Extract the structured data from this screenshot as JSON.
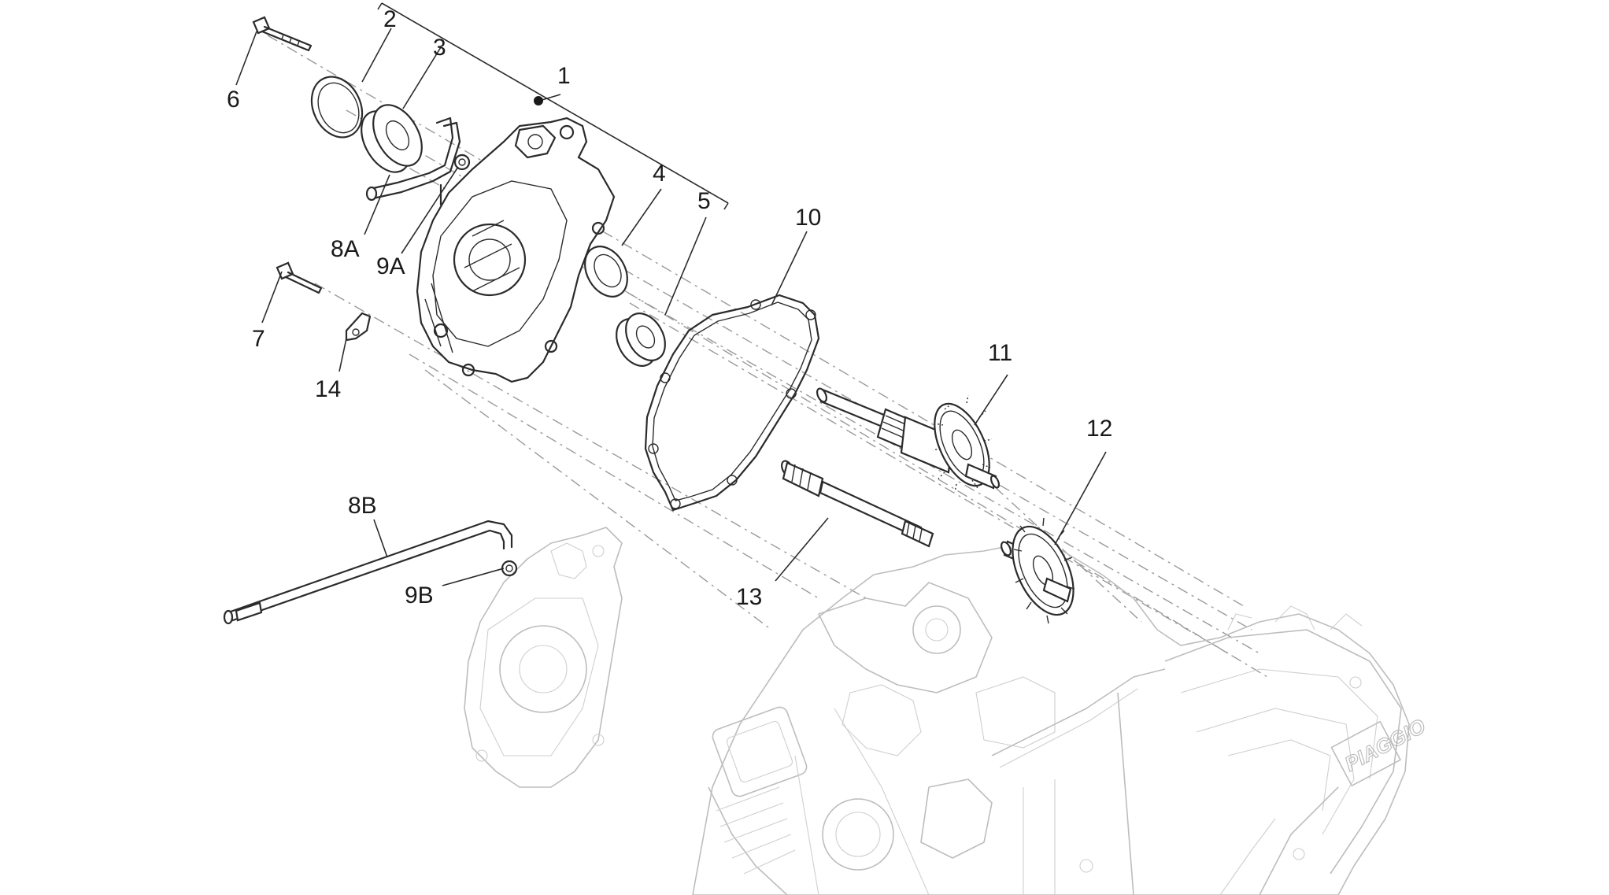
{
  "labels": {
    "p1": "1",
    "p2": "2",
    "p3": "3",
    "p4": "4",
    "p5": "5",
    "p6": "6",
    "p7": "7",
    "p8A": "8A",
    "p8B": "8B",
    "p9A": "9A",
    "p9B": "9B",
    "p10": "10",
    "p11": "11",
    "p12": "12",
    "p13": "13",
    "p14": "14"
  },
  "engine_logo_text": "PIAGGIO",
  "colors": {
    "ink": "#2b2b2b",
    "ghost": "#bdbdbd",
    "axis": "#9a9a9a"
  }
}
